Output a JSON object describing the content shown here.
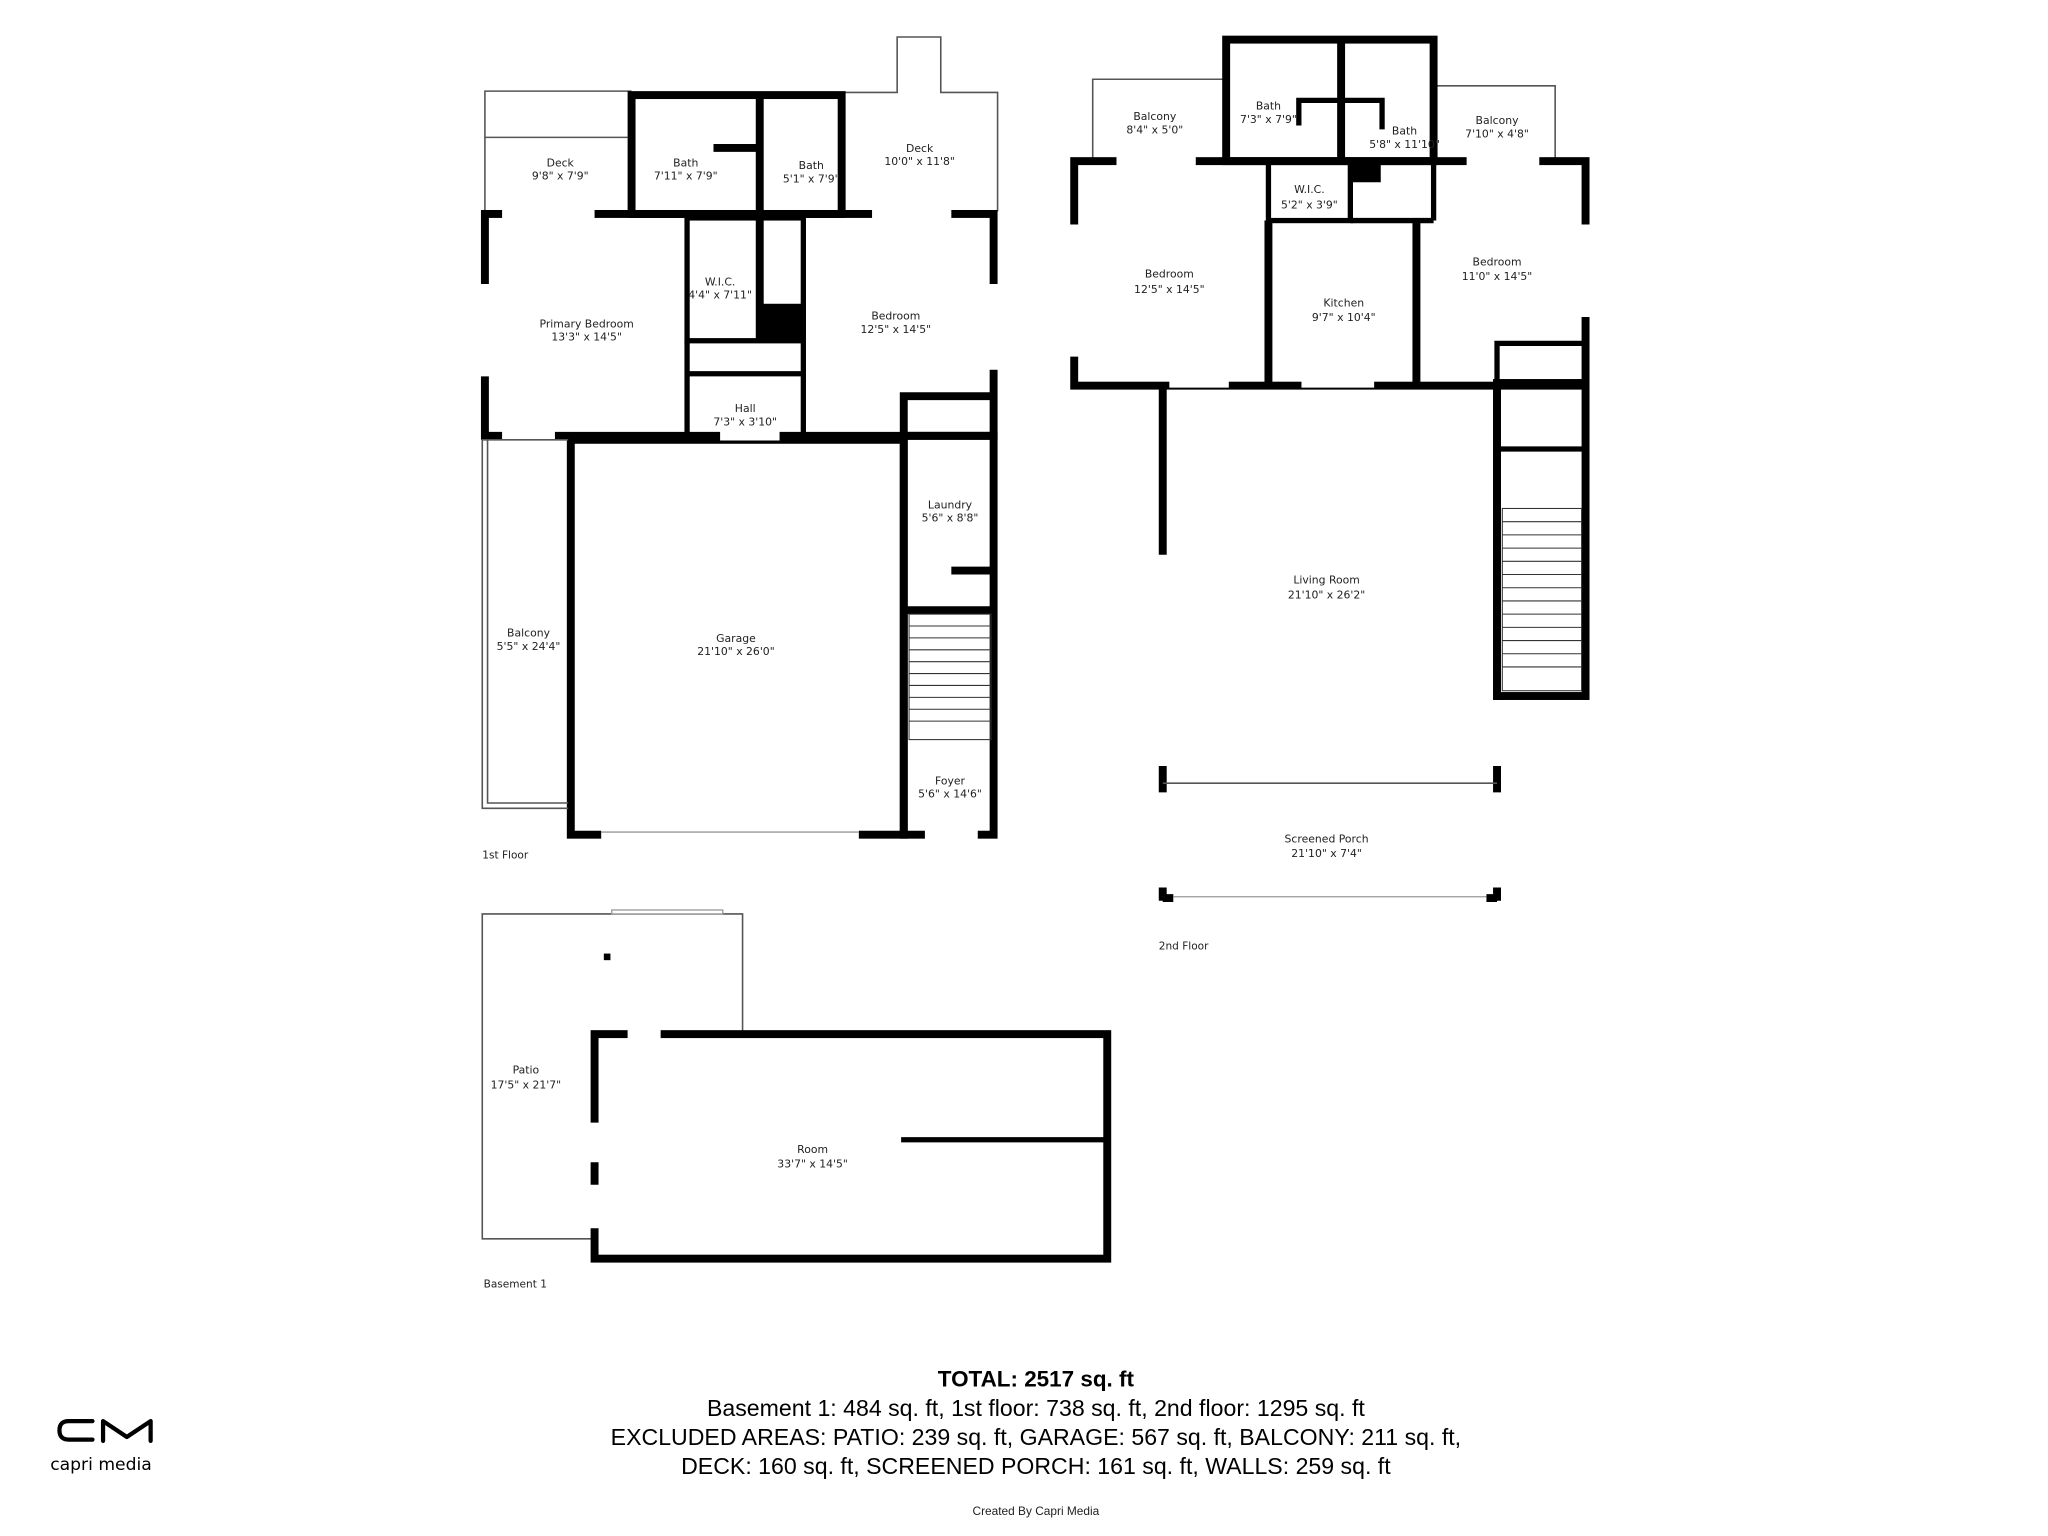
{
  "floors": {
    "first": {
      "label": "1st Floor",
      "rooms": [
        {
          "name": "Deck",
          "dims": "9'8\" x 7'9\""
        },
        {
          "name": "Bath",
          "dims": "7'11\" x 7'9\""
        },
        {
          "name": "Bath",
          "dims": "5'1\" x 7'9\""
        },
        {
          "name": "Deck",
          "dims": "10'0\" x 11'8\""
        },
        {
          "name": "Primary Bedroom",
          "dims": "13'3\" x 14'5\""
        },
        {
          "name": "W.I.C.",
          "dims": "4'4\" x 7'11\""
        },
        {
          "name": "Bedroom",
          "dims": "12'5\" x 14'5\""
        },
        {
          "name": "Hall",
          "dims": "7'3\" x 3'10\""
        },
        {
          "name": "Laundry",
          "dims": "5'6\" x 8'8\""
        },
        {
          "name": "Balcony",
          "dims": "5'5\" x 24'4\""
        },
        {
          "name": "Garage",
          "dims": "21'10\" x 26'0\""
        },
        {
          "name": "Foyer",
          "dims": "5'6\" x 14'6\""
        }
      ]
    },
    "second": {
      "label": "2nd Floor",
      "rooms": [
        {
          "name": "Balcony",
          "dims": "8'4\" x 5'0\""
        },
        {
          "name": "Bath",
          "dims": "7'3\" x 7'9\""
        },
        {
          "name": "Bath",
          "dims": "5'8\" x 11'10\""
        },
        {
          "name": "Balcony",
          "dims": "7'10\" x 4'8\""
        },
        {
          "name": "W.I.C.",
          "dims": "5'2\" x 3'9\""
        },
        {
          "name": "Bedroom",
          "dims": "12'5\" x 14'5\""
        },
        {
          "name": "Kitchen",
          "dims": "9'7\" x 10'4\""
        },
        {
          "name": "Bedroom",
          "dims": "11'0\" x 14'5\""
        },
        {
          "name": "Living Room",
          "dims": "21'10\" x 26'2\""
        },
        {
          "name": "Screened Porch",
          "dims": "21'10\" x 7'4\""
        }
      ]
    },
    "basement": {
      "label": "Basement 1",
      "rooms": [
        {
          "name": "Patio",
          "dims": "17'5\" x 21'7\""
        },
        {
          "name": "Room",
          "dims": "33'7\" x 14'5\""
        }
      ]
    }
  },
  "summary": {
    "total": "TOTAL: 2517 sq. ft",
    "line1": "Basement 1: 484 sq. ft, 1st floor: 738 sq. ft, 2nd floor: 1295 sq. ft",
    "line2": "EXCLUDED AREAS: PATIO: 239 sq. ft, GARAGE: 567 sq. ft, BALCONY: 211 sq. ft,",
    "line3": "DECK: 160 sq. ft, SCREENED PORCH: 161 sq. ft, WALLS: 259 sq. ft",
    "credit": "Created By Capri Media"
  },
  "logo": {
    "mark": "CM",
    "name": "capri media"
  },
  "colors": {
    "wall": "#000000",
    "background": "#ffffff"
  }
}
